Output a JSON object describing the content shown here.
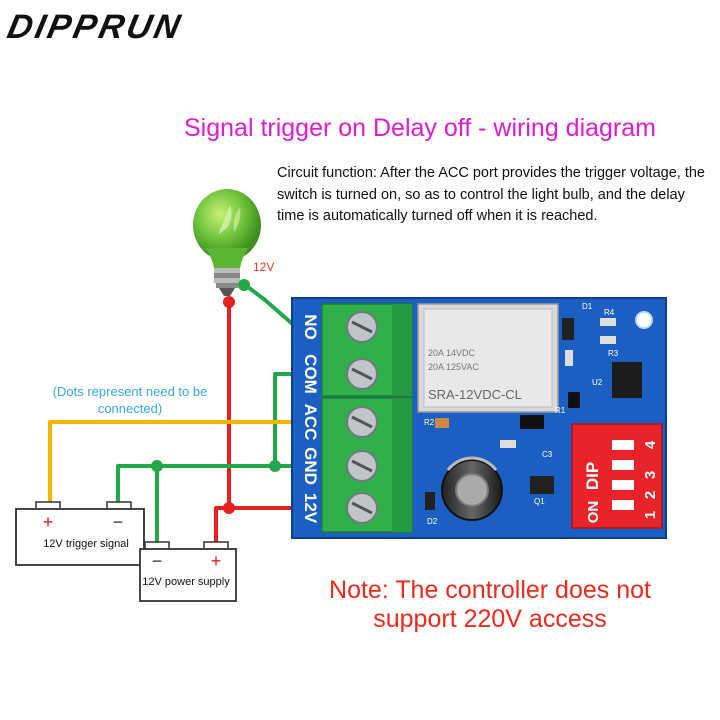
{
  "brand": "DIPPRUN",
  "title": "Signal trigger on Delay off - wiring diagram",
  "description": "Circuit function: After the ACC port provides the trigger voltage, the switch is turned on, so as to control the light bulb, and the delay time is automatically turned off when it is reached.",
  "dots_note": "(Dots represent need to be connected)",
  "note": "Note: The controller does not support 220V access",
  "bulb_voltage": "12V",
  "terminals": [
    "NO",
    "COM",
    "ACC",
    "GND",
    "12V"
  ],
  "trigger_box": {
    "label": "12V trigger signal",
    "plus": "+",
    "minus": "−"
  },
  "power_box": {
    "label": "12V power supply",
    "plus": "+",
    "minus": "−"
  },
  "relay": {
    "line1": "20A 14VDC",
    "line2": "20A 125VAC",
    "model": "SRA-12VDC-CL"
  },
  "dip": {
    "label_top": "DIP",
    "label_bottom": "ON",
    "nums_top": "4",
    "nums": [
      "1",
      "2",
      "3"
    ]
  },
  "components": {
    "d1": "D1",
    "r4": "R4",
    "r3": "R3",
    "u2": "U2",
    "r1": "R1",
    "r2": "R2",
    "c3": "C3",
    "d2": "D2",
    "q1": "Q1"
  },
  "colors": {
    "title": "#e01bd0",
    "note": "#ef2a1d",
    "dots_note": "#35a8e0",
    "wire_red": "#e5211d",
    "wire_green": "#22a84a",
    "wire_yellow": "#f4b400",
    "board": "#1b5fc2",
    "terminal": "#2fb04a"
  }
}
